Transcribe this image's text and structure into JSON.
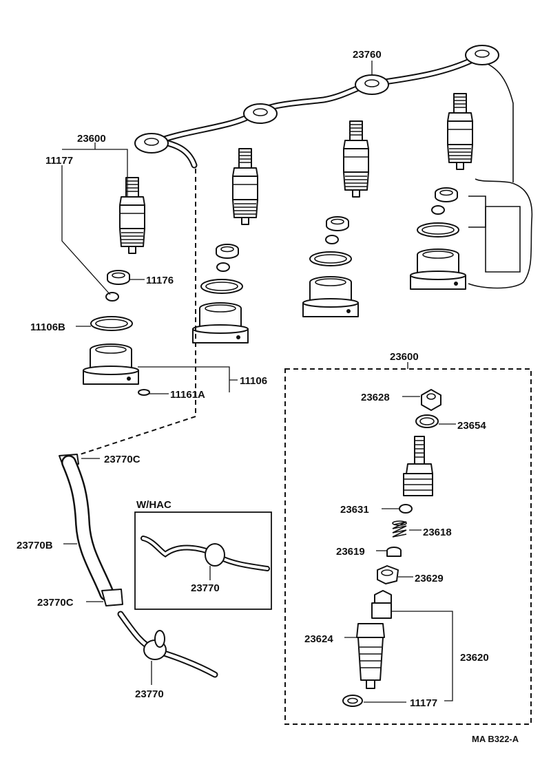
{
  "labels": {
    "l23760": "23760",
    "l23600_top": "23600",
    "l11177_top": "11177",
    "l11176": "11176",
    "l11106B": "11106B",
    "l11161A": "11161A",
    "l11106": "11106",
    "l23600_kit": "23600",
    "l23628": "23628",
    "l23654": "23654",
    "l23631": "23631",
    "l23618": "23618",
    "l23619": "23619",
    "l23629": "23629",
    "l23624": "23624",
    "l23620": "23620",
    "l11177_kit": "11177",
    "l23770C_top": "23770C",
    "l23770B": "23770B",
    "l23770C_bottom": "23770C",
    "l23770_bottom": "23770",
    "whac_title": "W/HAC",
    "l23770_whac": "23770",
    "footer_code": "MA B322-A"
  },
  "colors": {
    "ink": "#111111",
    "paper": "#ffffff"
  }
}
